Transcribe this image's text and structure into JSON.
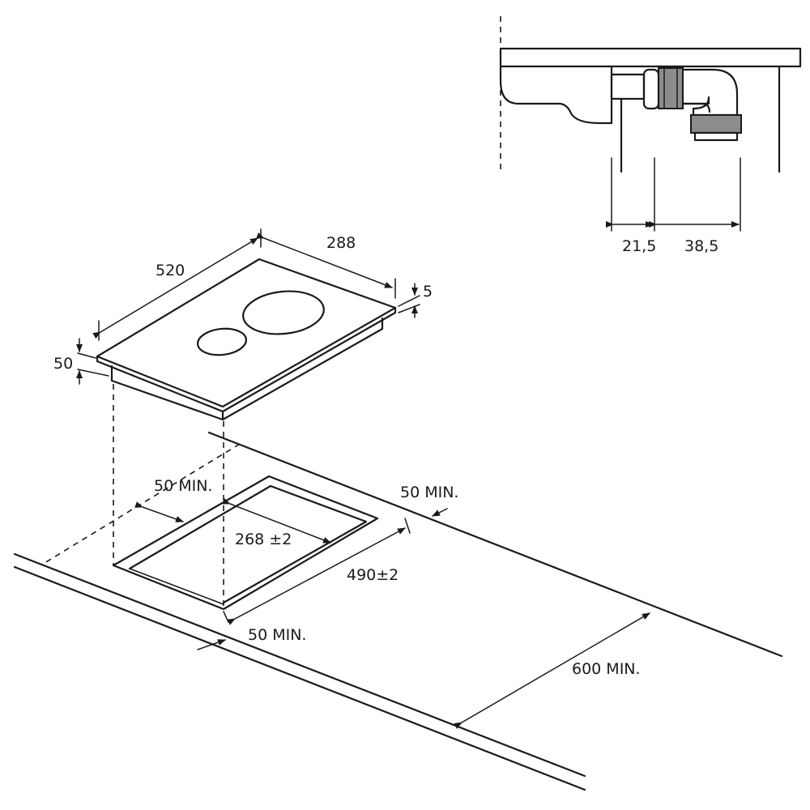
{
  "hob": {
    "width_label": "520",
    "depth_label": "288",
    "glass_thickness_label": "5",
    "height_label": "50"
  },
  "cutout": {
    "depth_label": "268 ±2",
    "width_label": "490±2",
    "min_back_label": "50 MIN.",
    "min_side_label": "50 MIN.",
    "min_front_label": "50 MIN.",
    "worktop_depth_label": "600 MIN."
  },
  "connection": {
    "dim_a_label": "21,5",
    "dim_b_label": "38,5"
  },
  "colors": {
    "line": "#1a1a1a",
    "fitting_grey": "#8c8c8c"
  }
}
